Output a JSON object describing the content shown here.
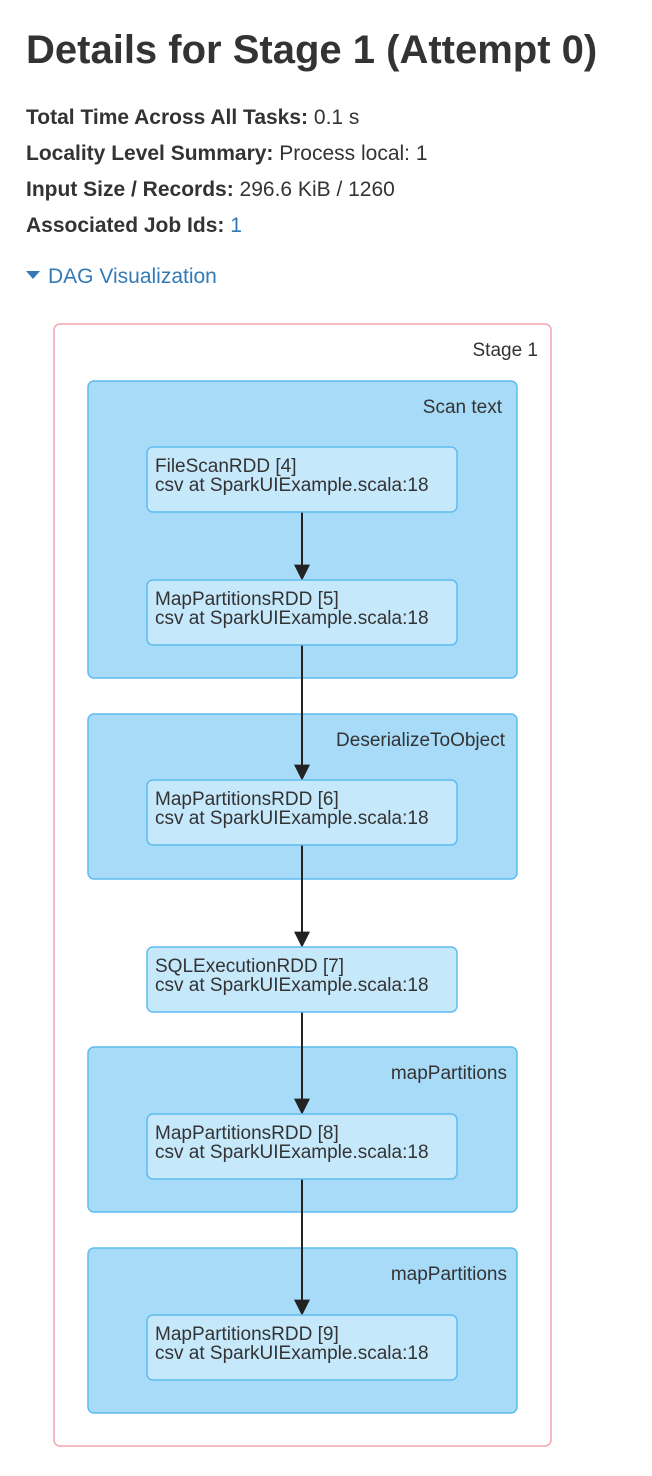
{
  "page": {
    "title": "Details for Stage 1 (Attempt 0)"
  },
  "summary": [
    {
      "label": "Total Time Across All Tasks:",
      "value": "0.1 s",
      "is_link": false
    },
    {
      "label": "Locality Level Summary:",
      "value": "Process local: 1",
      "is_link": false
    },
    {
      "label": "Input Size / Records:",
      "value": "296.6 KiB / 1260",
      "is_link": false
    },
    {
      "label": "Associated Job Ids:",
      "value": "1",
      "is_link": true
    }
  ],
  "dag": {
    "toggle_label": "DAG Visualization",
    "stage_label": "Stage 1",
    "clusters": [
      {
        "label": "Scan text"
      },
      {
        "label": "DeserializeToObject"
      },
      {
        "label": "mapPartitions"
      },
      {
        "label": "mapPartitions"
      }
    ],
    "nodes": [
      {
        "name": "FileScanRDD [4]",
        "callsite": "csv at SparkUIExample.scala:18"
      },
      {
        "name": "MapPartitionsRDD [5]",
        "callsite": "csv at SparkUIExample.scala:18"
      },
      {
        "name": "MapPartitionsRDD [6]",
        "callsite": "csv at SparkUIExample.scala:18"
      },
      {
        "name": "SQLExecutionRDD [7]",
        "callsite": "csv at SparkUIExample.scala:18"
      },
      {
        "name": "MapPartitionsRDD [8]",
        "callsite": "csv at SparkUIExample.scala:18"
      },
      {
        "name": "MapPartitionsRDD [9]",
        "callsite": "csv at SparkUIExample.scala:18"
      }
    ],
    "colors": {
      "stage_border": "#f2a5b1",
      "cluster_fill": "#a8dbf8",
      "cluster_border": "#5dbcf0",
      "node_fill": "#c6e8fb",
      "node_border": "#5dbcf0",
      "edge": "#222222",
      "link": "#337ab7"
    }
  }
}
